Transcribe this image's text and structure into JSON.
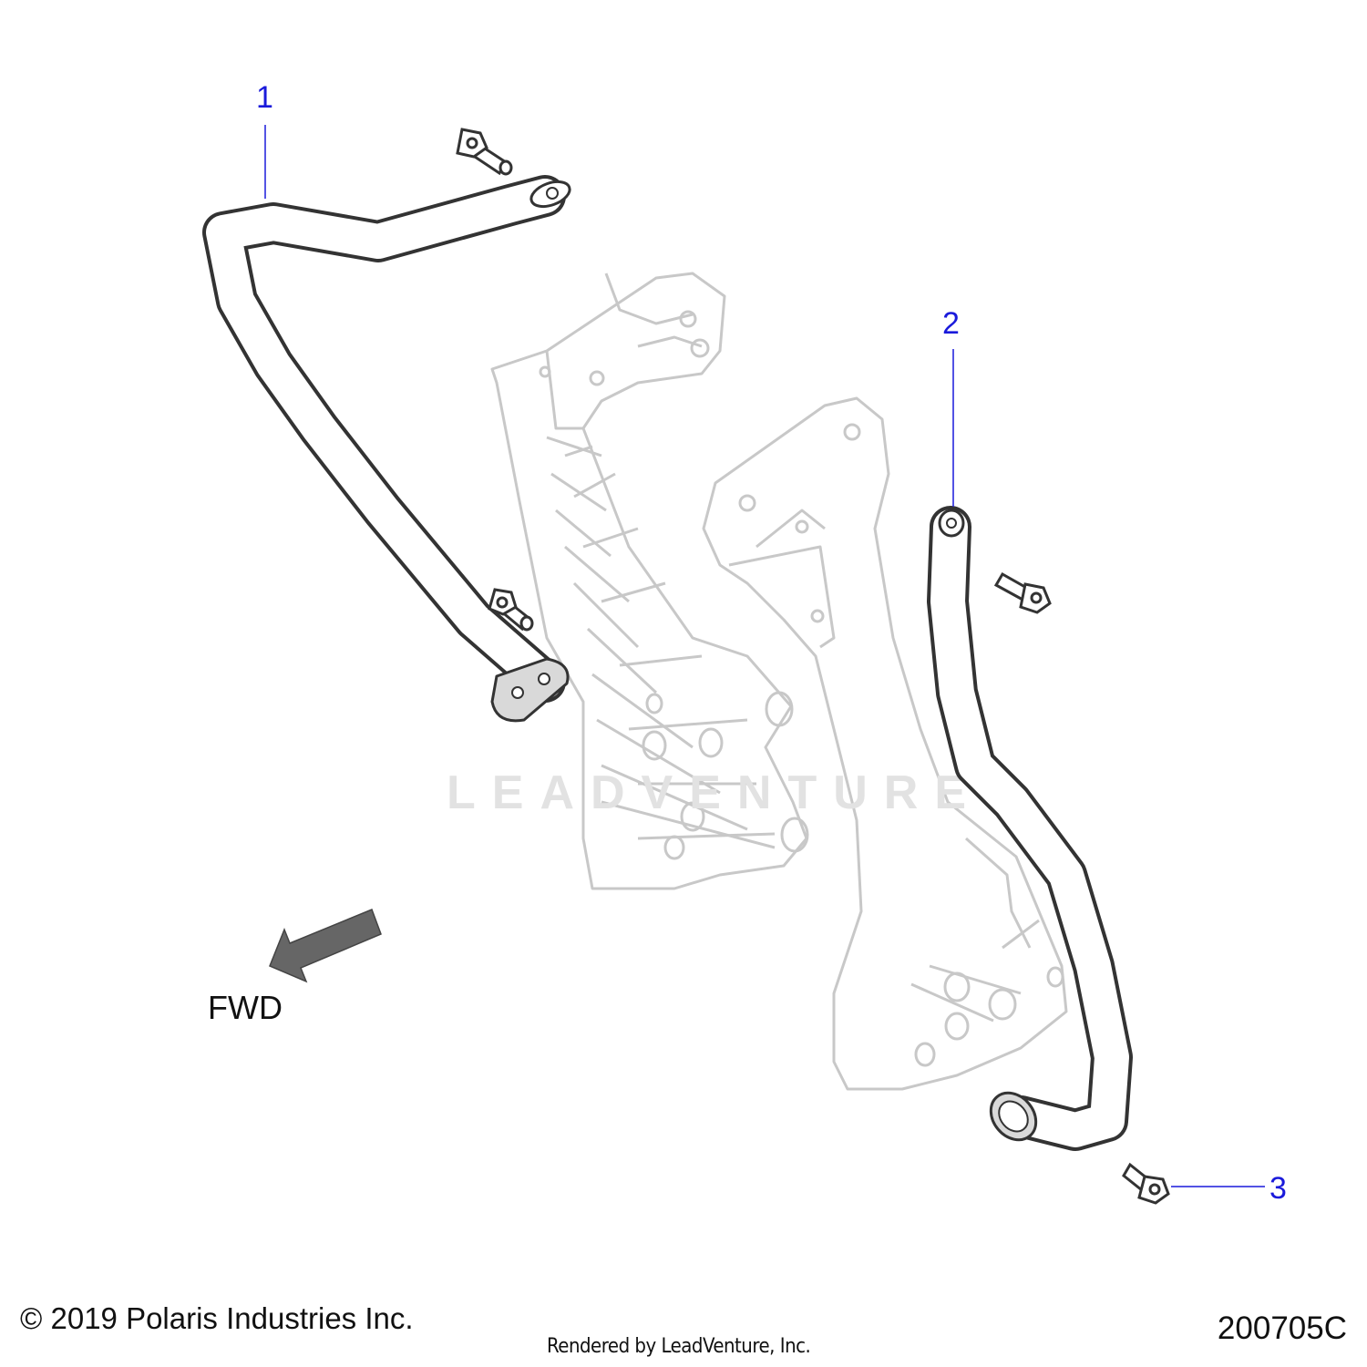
{
  "callouts": [
    {
      "number": "1",
      "part": "tube-upper-left"
    },
    {
      "number": "2",
      "part": "tube-right"
    },
    {
      "number": "3",
      "part": "bolt"
    }
  ],
  "direction_label": "FWD",
  "watermark": "LEADVENTURE",
  "footer": {
    "copyright": "© 2019 Polaris Industries Inc.",
    "rendered_by": "Rendered by LeadVenture, Inc.",
    "diagram_id": "200705C"
  },
  "colors": {
    "callout": "#1a1adb",
    "line": "#333333",
    "ghost_line": "#c8c8c8",
    "arrow_fill": "#666666",
    "watermark": "#e2e2e2"
  }
}
